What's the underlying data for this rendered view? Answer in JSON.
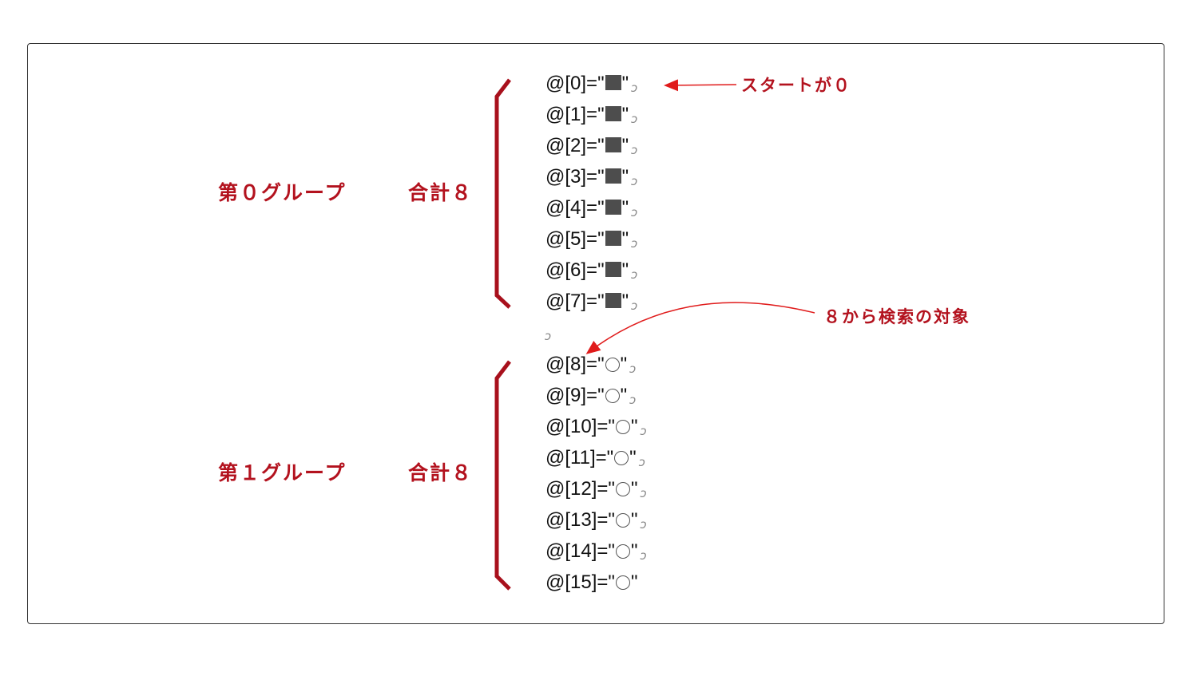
{
  "groups": [
    {
      "label": "第０グループ",
      "total": "合計８"
    },
    {
      "label": "第１グループ",
      "total": "合計８"
    }
  ],
  "lines": [
    {
      "prefix": "@[0]=\"",
      "glyph": "square",
      "suffix": "\"",
      "return_mark": "ↄ"
    },
    {
      "prefix": "@[1]=\"",
      "glyph": "square",
      "suffix": "\"",
      "return_mark": "ↄ"
    },
    {
      "prefix": "@[2]=\"",
      "glyph": "square",
      "suffix": "\"",
      "return_mark": "ↄ"
    },
    {
      "prefix": "@[3]=\"",
      "glyph": "square",
      "suffix": "\"",
      "return_mark": "ↄ"
    },
    {
      "prefix": "@[4]=\"",
      "glyph": "square",
      "suffix": "\"",
      "return_mark": "ↄ"
    },
    {
      "prefix": "@[5]=\"",
      "glyph": "square",
      "suffix": "\"",
      "return_mark": "ↄ"
    },
    {
      "prefix": "@[6]=\"",
      "glyph": "square",
      "suffix": "\"",
      "return_mark": "ↄ"
    },
    {
      "prefix": "@[7]=\"",
      "glyph": "square",
      "suffix": "\"",
      "return_mark": "ↄ"
    },
    {
      "prefix": "@[8]=\"",
      "glyph": "circle",
      "suffix": "\"",
      "return_mark": "ↄ"
    },
    {
      "prefix": "@[9]=\"",
      "glyph": "circle",
      "suffix": "\"",
      "return_mark": "ↄ"
    },
    {
      "prefix": "@[10]=\"",
      "glyph": "circle",
      "suffix": "\"",
      "return_mark": "ↄ"
    },
    {
      "prefix": "@[11]=\"",
      "glyph": "circle",
      "suffix": "\"",
      "return_mark": "ↄ"
    },
    {
      "prefix": "@[12]=\"",
      "glyph": "circle",
      "suffix": "\"",
      "return_mark": "ↄ"
    },
    {
      "prefix": "@[13]=\"",
      "glyph": "circle",
      "suffix": "\"",
      "return_mark": "ↄ"
    },
    {
      "prefix": "@[14]=\"",
      "glyph": "circle",
      "suffix": "\"",
      "return_mark": "ↄ"
    },
    {
      "prefix": "@[15]=\"",
      "glyph": "circle",
      "suffix": "\"",
      "return_mark": ""
    }
  ],
  "blank_line_mark": "ↄ",
  "notes": {
    "start": "スタートが０",
    "search_from": "８から検索の対象"
  },
  "colors": {
    "accent": "#b3121e",
    "brace": "#a8101c",
    "arrow": "#e01b1b"
  }
}
